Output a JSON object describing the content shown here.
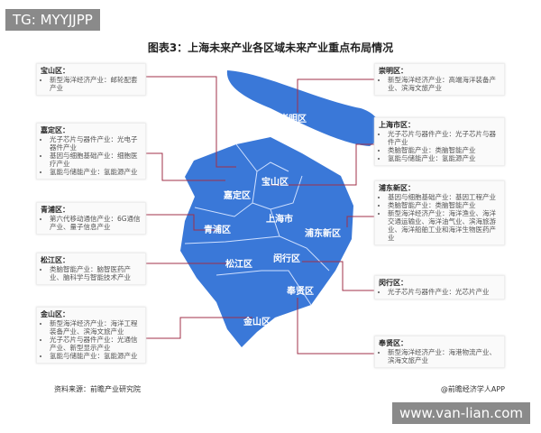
{
  "badge": "TG: MYYJJPP",
  "title": "图表3：上海未来产业各区域未来产业重点布局情况",
  "districts": [
    {
      "name": "宝山区：",
      "items": [
        "新型海洋经济产业：邮轮配套产业"
      ]
    },
    {
      "name": "嘉定区：",
      "items": [
        "光子芯片与器件产业：光电子器件产业",
        "基因与细胞基础产业：细胞医疗产业",
        "氢能与储能产业：氢能源产业"
      ]
    },
    {
      "name": "青浦区：",
      "items": [
        "第六代移动通信产业：6G通信产业、量子信息产业"
      ]
    },
    {
      "name": "松江区：",
      "items": [
        "类脑智能产业：脑智医药产业、脑科学与智能技术产业"
      ]
    },
    {
      "name": "金山区：",
      "items": [
        "新型海洋经济产业：海洋工程装备产业、滨海文旅产业",
        "光子芯片与器件产业：光通信产业、新型显示产业",
        "氢能与储能产业：氢能源产业"
      ]
    },
    {
      "name": "崇明区：",
      "items": [
        "新型海洋经济产业：高端海洋装备产业、滨海文旅产业"
      ]
    },
    {
      "name": "上海市区：",
      "items": [
        "光子芯片与器件产业：光子芯片与器件产业",
        "类脑智能产业：类脑智能产业",
        "氢能与储能产业：氢能源产业"
      ]
    },
    {
      "name": "浦东新区：",
      "items": [
        "基因与细胞基础产业：基因工程产业",
        "类脑智能产业：类脑智能产业",
        "新型海洋经济产业：海洋渔业、海洋交通运输业、海洋油气业、滨海旅游业、海洋船舶工业和海洋生物医药产业"
      ]
    },
    {
      "name": "闵行区：",
      "items": [
        "光子芯片与器件产业：光芯片产业"
      ]
    },
    {
      "name": "奉贤区：",
      "items": [
        "新型海洋经济产业：海港物流产业、滨海文旅产业"
      ]
    }
  ],
  "map_labels": [
    "崇明区",
    "宝山区",
    "嘉定区",
    "上海市",
    "青浦区",
    "浦东新区",
    "闵行区",
    "松江区",
    "奉贤区",
    "金山区"
  ],
  "source": "资料来源：前瞻产业研究院",
  "credit": "@前瞻经济学人APP",
  "watermark": "www.van-lian.com",
  "colors": {
    "map": "#3a78d8",
    "line": "#a0304a"
  }
}
